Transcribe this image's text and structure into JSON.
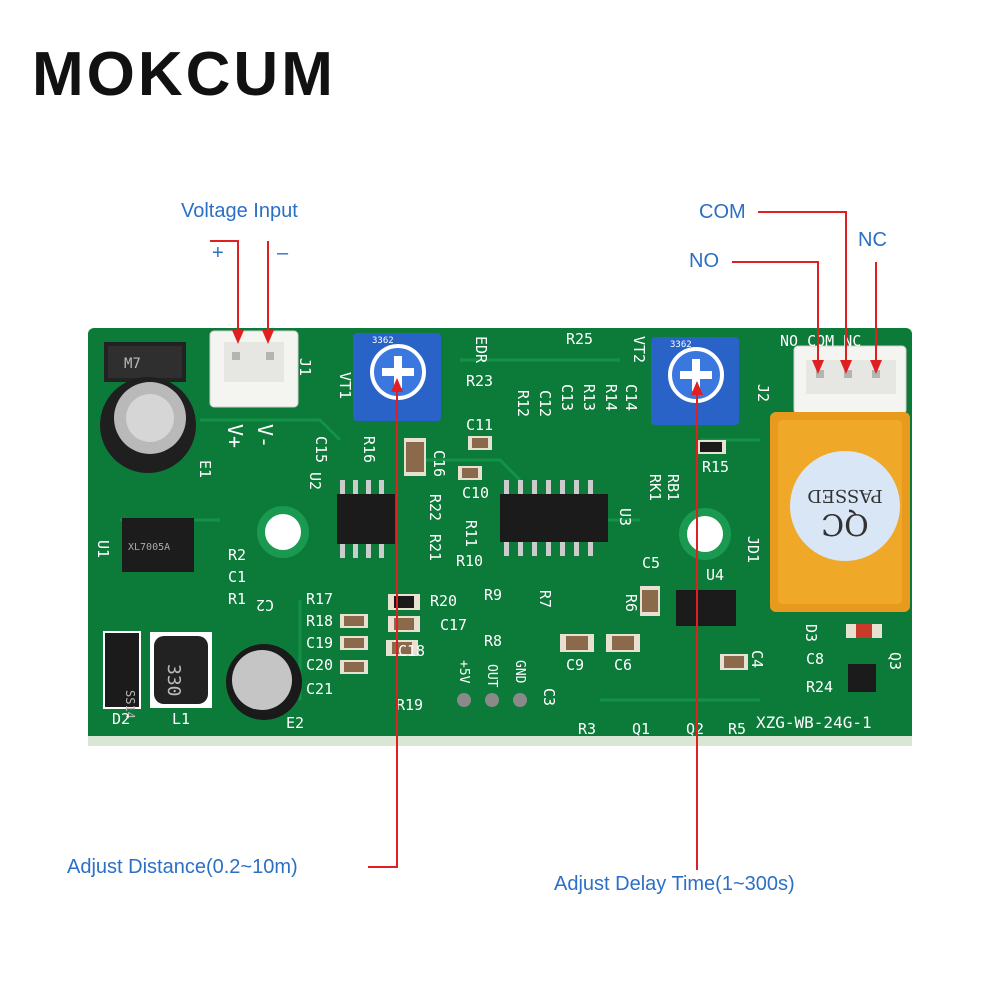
{
  "brand": "MOKCUM",
  "colors": {
    "label": "#2b6fc7",
    "leader": "#e02020",
    "pcb": "#0c7a38",
    "pot": "#2a63c8",
    "relay": "#e89a1e"
  },
  "labels": {
    "voltage_input": "Voltage Input",
    "plus": "+",
    "minus": "–",
    "com": "COM",
    "no": "NO",
    "nc": "NC",
    "adjust_distance": "Adjust Distance(0.2~10m)",
    "adjust_delay": "Adjust Delay Time(1~300s)"
  },
  "board": {
    "model": "XZG-WB-24G-1",
    "relay_text_1": "PASSED",
    "relay_text_2": "QC",
    "terminal_j2": "NO COM NC",
    "pot_code": "3362",
    "inductor_code": "330",
    "diode_code": "SS14",
    "diode_top_code": "M7",
    "ic_u1": "XL7005A",
    "silk": [
      "J1",
      "V+",
      "V-",
      "E1",
      "U1",
      "R2",
      "C1",
      "R1",
      "C2",
      "D2",
      "L1",
      "E2",
      "VT1",
      "C15",
      "U2",
      "R16",
      "C16",
      "R22",
      "R21",
      "R17",
      "R18",
      "C19",
      "C20",
      "C21",
      "R19",
      "R20",
      "C17",
      "C18",
      "+5V",
      "OUT",
      "GND",
      "EDR",
      "R25",
      "R23",
      "C11",
      "C10",
      "R11",
      "R10",
      "R12",
      "C12",
      "C13",
      "R13",
      "R14",
      "C14",
      "U3",
      "R9",
      "R7",
      "R8",
      "C9",
      "C6",
      "C3",
      "R3",
      "Q1",
      "Q2",
      "R5",
      "VT2",
      "R15",
      "RK1",
      "RB1",
      "C5",
      "R6",
      "U4",
      "C4",
      "J2",
      "JD1",
      "D3",
      "Q3",
      "R24",
      "C8"
    ]
  }
}
